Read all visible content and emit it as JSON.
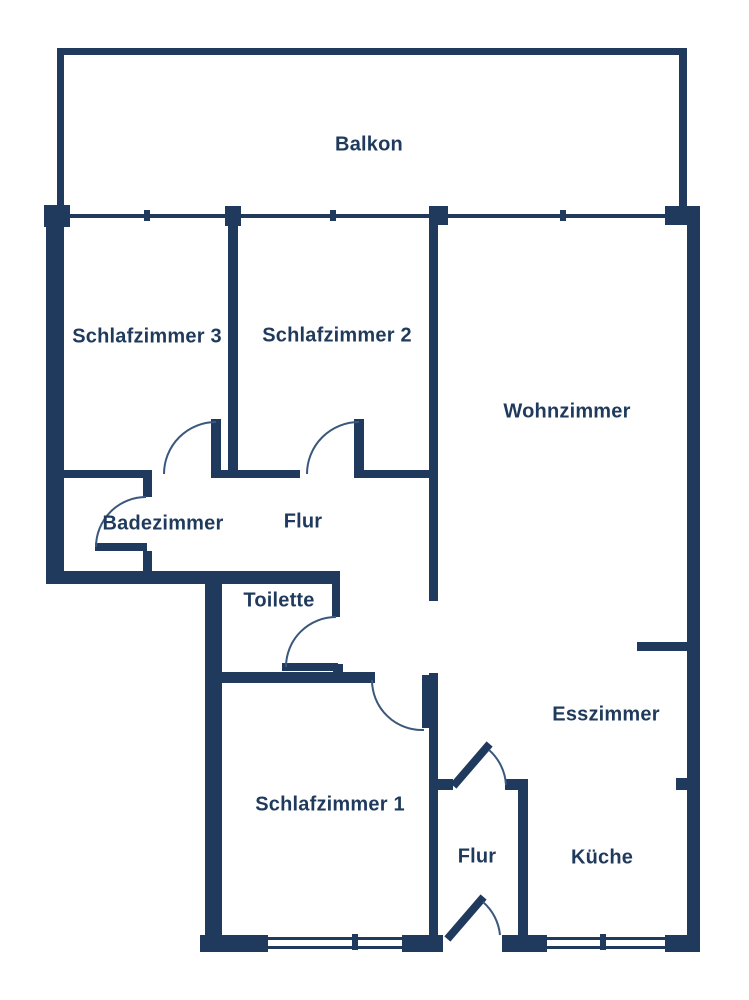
{
  "plan": {
    "type": "apartment-floor-plan",
    "colors": {
      "wall": "#1F3A5C",
      "door_arc": "#3A577D",
      "background": "#FFFFFF"
    },
    "rooms": {
      "balkon": {
        "label": "Balkon"
      },
      "schlafzimmer3": {
        "label": "Schlafzimmer 3"
      },
      "schlafzimmer2": {
        "label": "Schlafzimmer 2"
      },
      "wohnzimmer": {
        "label": "Wohnzimmer"
      },
      "badezimmer": {
        "label": "Badezimmer"
      },
      "flur_oben": {
        "label": "Flur"
      },
      "toilette": {
        "label": "Toilette"
      },
      "esszimmer": {
        "label": "Esszimmer"
      },
      "schlafzimmer1": {
        "label": "Schlafzimmer 1"
      },
      "flur_unten": {
        "label": "Flur"
      },
      "kueche": {
        "label": "Küche"
      }
    }
  }
}
